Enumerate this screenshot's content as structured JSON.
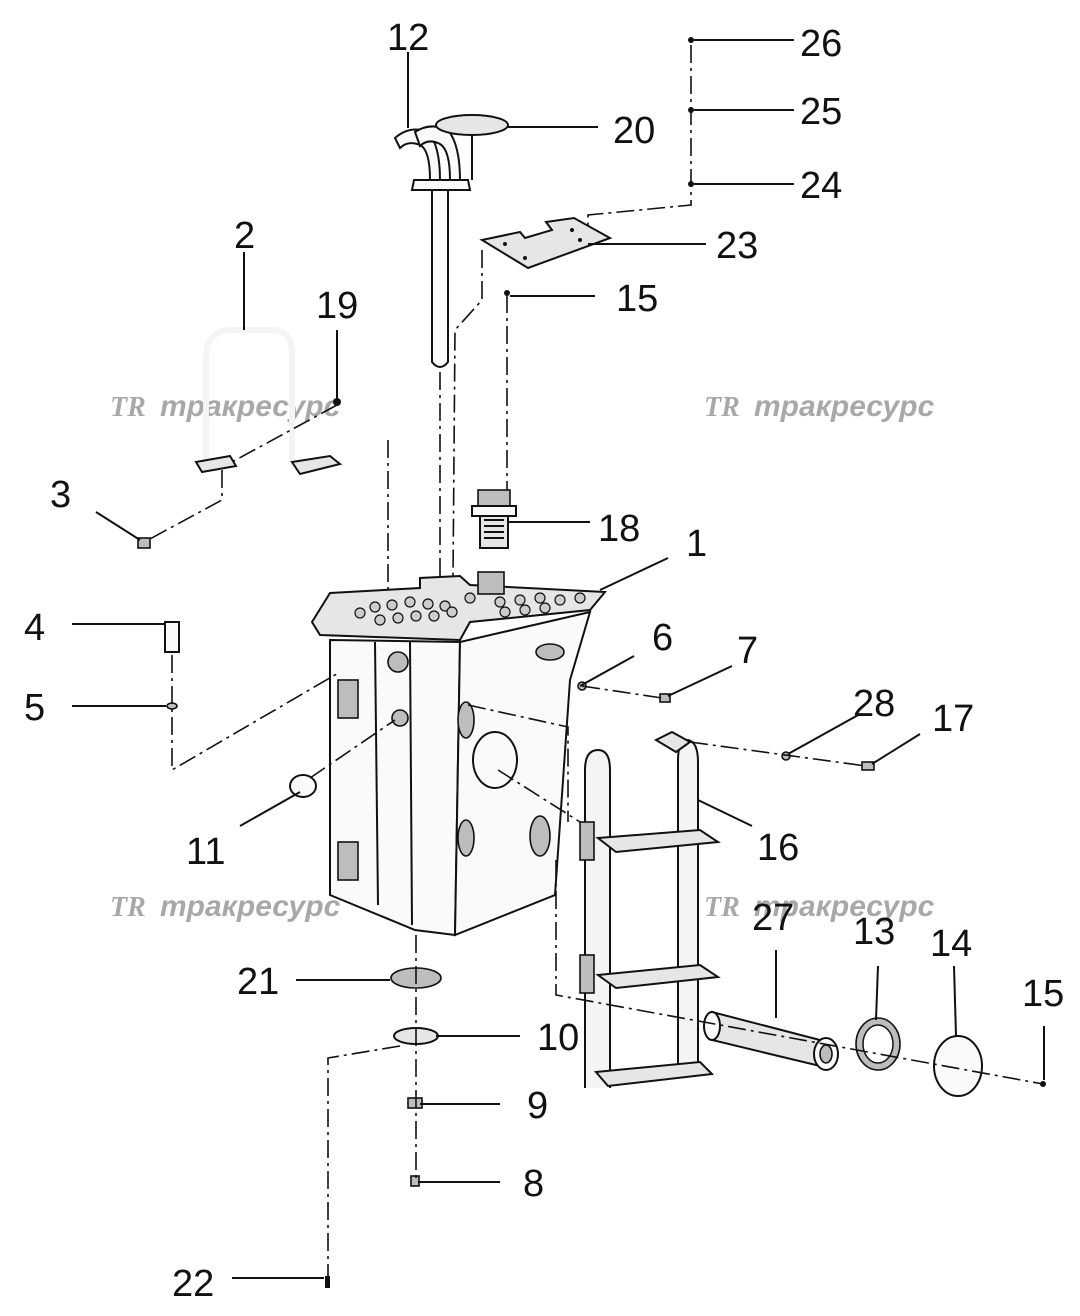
{
  "callouts": [
    "1",
    "2",
    "3",
    "4",
    "5",
    "6",
    "7",
    "8",
    "9",
    "10",
    "11",
    "12",
    "13",
    "14",
    "15",
    "15",
    "16",
    "17",
    "18",
    "19",
    "20",
    "21",
    "22",
    "23",
    "24",
    "25",
    "26",
    "27",
    "28"
  ],
  "watermark": {
    "logo": "TR",
    "text": "тракресурс"
  },
  "colors": {
    "line": "#111111",
    "watermark": "#9a9a9a",
    "part_fill": "#e6e6e6"
  }
}
